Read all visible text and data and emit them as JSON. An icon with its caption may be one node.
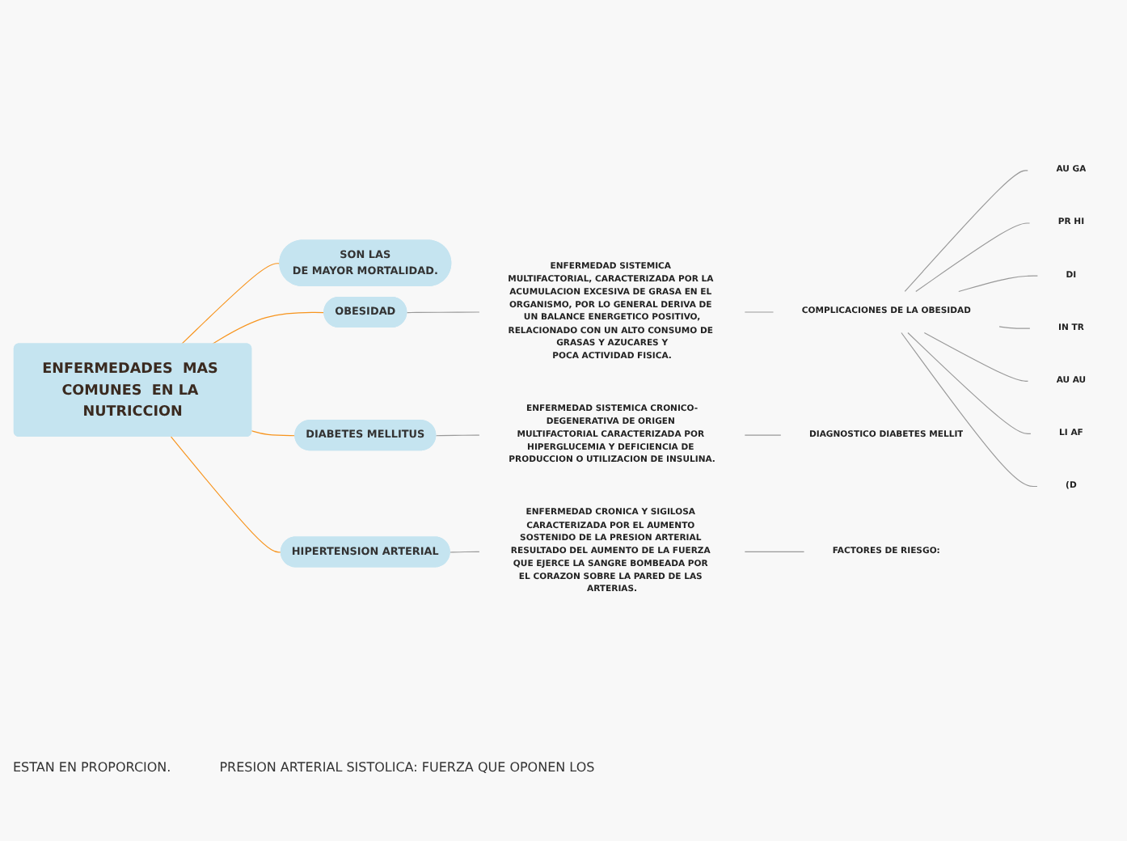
{
  "diagram": {
    "nodes": [
      {
        "text": [
          "ENFERMEDADES  MAS COMUNES  EN LA NUTRICCION"
        ]
      },
      {
        "text": [
          "SON LAS",
          "DE MAYOR MORTALIDAD."
        ]
      },
      {
        "text": [
          "OBESIDAD"
        ]
      },
      {
        "text": [
          "ENFERMEDAD SISTEMICA MULTIFACTORIAL, CARACTERIZADA POR LA ACUMULACION EXCESIVA DE GRASA EN EL ORGANISMO, POR LO GENERAL DERIVA DE UN BALANCE ENERGETICO POSITIVO,",
          "RELACIONADO CON UN ALTO CONSUMO DE GRASAS Y AZUCARES Y",
          "POCA ACTIVIDAD FISICA."
        ]
      },
      {
        "text": [
          "COMPLICACIONES DE LA OBESIDAD"
        ]
      },
      {
        "text": [
          "AU GA"
        ]
      },
      {
        "text": [
          "PR HI"
        ]
      },
      {
        "text": [
          "DI"
        ]
      },
      {
        "text": [
          "IN TR"
        ]
      },
      {
        "text": [
          "AU AU"
        ]
      },
      {
        "text": [
          "LI AF"
        ]
      },
      {
        "text": [
          "(D"
        ]
      },
      {
        "text": [
          "DIABETES MELLITUS"
        ]
      },
      {
        "text": [
          "ENFERMEDAD SISTEMICA CRONICO-DEGENERATIVA DE ORIGEN MULTIFACTORIAL CARACTERIZADA POR HIPERGLUCEMIA Y DEFICIENCIA DE PRODUCCION O UTILIZACION DE INSULINA."
        ]
      },
      {
        "text": [
          "DIAGNOSTICO DIABETES MELLIT"
        ]
      },
      {
        "text": [
          "HIPERTENSION ARTERIAL"
        ]
      },
      {
        "text": [
          "ENFERMEDAD CRONICA Y SIGILOSA CARACTERIZADA POR EL AUMENTO SOSTENIDO DE LA PRESION ARTERIAL RESULTADO DEL AUMENTO DE LA FUERZA QUE EJERCE LA SANGRE BOMBEADA POR EL CORAZON SOBRE LA PARED DE LAS ARTERIAS."
        ]
      },
      {
        "text": [
          "FACTORES DE RIESGO:"
        ]
      }
    ],
    "edges": [
      {
        "from": 0,
        "to": 1,
        "arrow": "none",
        "color": "#f7941d"
      },
      {
        "from": 0,
        "to": 2,
        "arrow": "none",
        "color": "#f7941d"
      },
      {
        "from": 2,
        "to": 3,
        "arrow": "none"
      },
      {
        "from": 3,
        "to": 4,
        "arrow": "none"
      },
      {
        "from": 4,
        "to": 5,
        "arrow": "none"
      },
      {
        "from": 4,
        "to": 6,
        "arrow": "none"
      },
      {
        "from": 4,
        "to": 7,
        "arrow": "none"
      },
      {
        "from": 4,
        "to": 8,
        "arrow": "none"
      },
      {
        "from": 4,
        "to": 9,
        "arrow": "none"
      },
      {
        "from": 4,
        "to": 10,
        "arrow": "none"
      },
      {
        "from": 4,
        "to": 11,
        "arrow": "none"
      },
      {
        "from": 0,
        "to": 12,
        "arrow": "none",
        "color": "#f7941d"
      },
      {
        "from": 12,
        "to": 13,
        "arrow": "none"
      },
      {
        "from": 13,
        "to": 14,
        "arrow": "none"
      },
      {
        "from": 0,
        "to": 15,
        "arrow": "none",
        "color": "#f7941d"
      },
      {
        "from": 15,
        "to": 16,
        "arrow": "none"
      },
      {
        "from": 16,
        "to": 17,
        "arrow": "none"
      }
    ],
    "labels": [
      "ESTAN EN PROPORCION.",
      "PRESION ARTERIAL SISTOLICA: FUERZA QUE OPONEN LOS"
    ]
  }
}
